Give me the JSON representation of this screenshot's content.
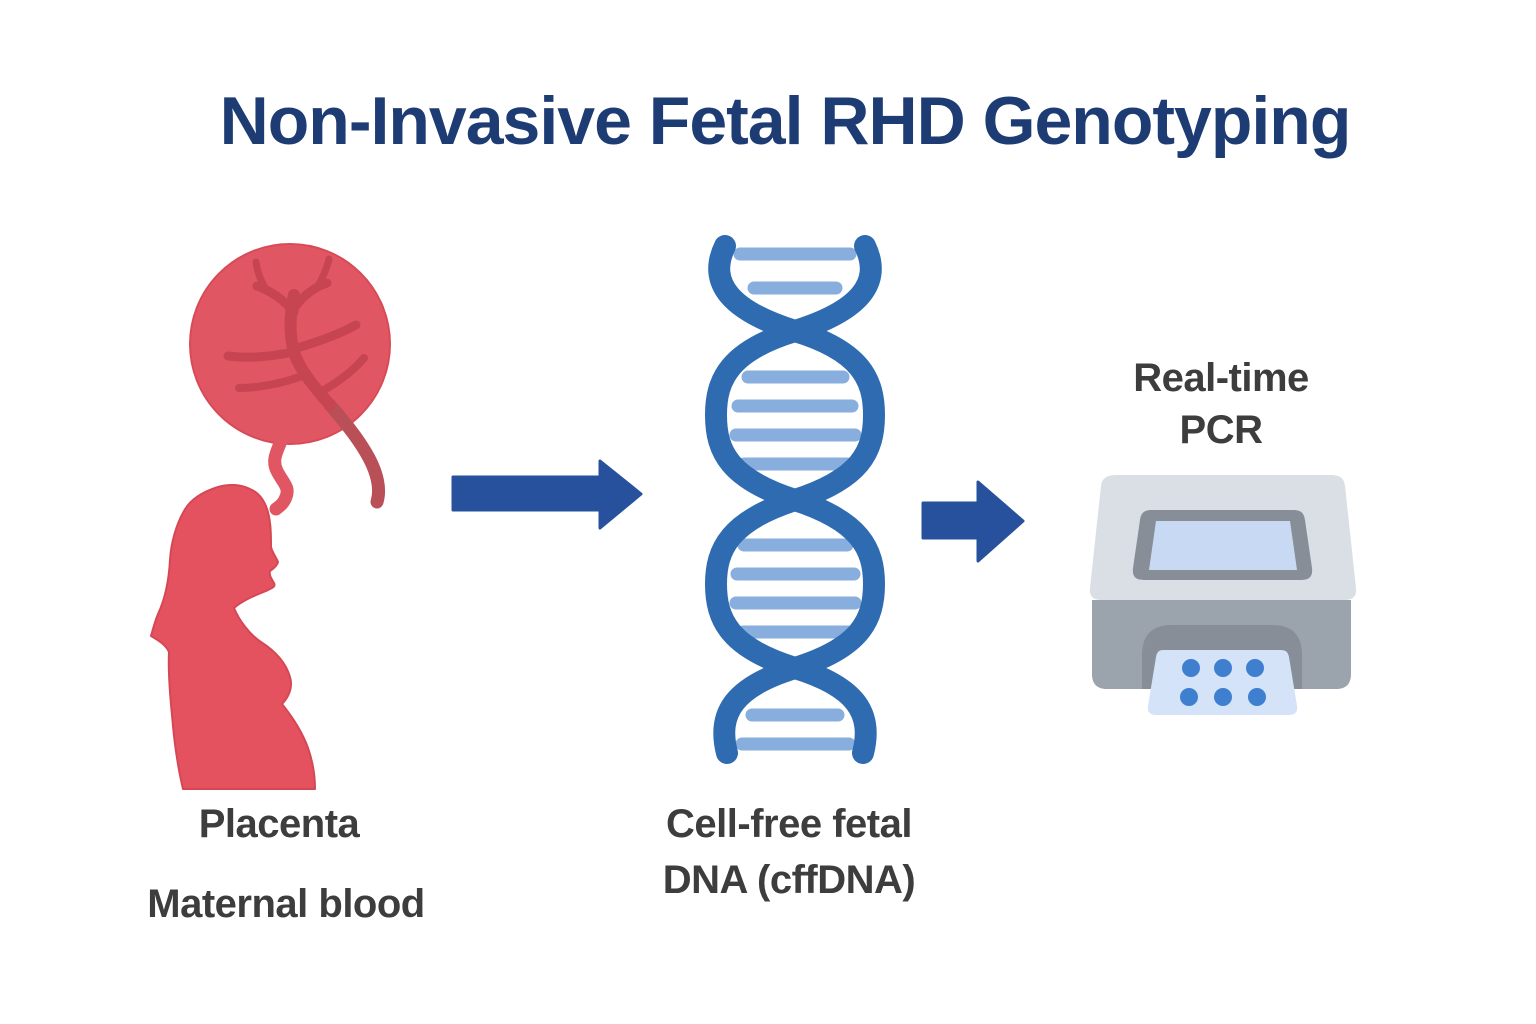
{
  "title": "Non-Invasive Fetal RHD Genotyping",
  "labels": {
    "placenta": "Placenta",
    "maternal_blood": "Maternal blood",
    "cffdna": "Cell-free fetal\nDNA (cffDNA)",
    "realtime_pcr": "Real-time\nPCR"
  },
  "flow": {
    "steps": [
      "placenta-and-pregnant-woman-icon",
      "dna-helix-icon",
      "pcr-machine-icon"
    ],
    "connectors": [
      "arrow-right-icon",
      "arrow-right-icon"
    ]
  },
  "colors": {
    "background": "#ffffff",
    "title-navy": "#1e3c74",
    "label-gray": "#3d3d3d",
    "arrow-navy": "#27519c",
    "woman-red": "#e5525f",
    "woman-outline": "#d64754",
    "placenta-red": "#e15663",
    "placenta-outline": "#d84a58",
    "vessel-red": "#c64551",
    "cord-dark-red": "#b95058",
    "dna-blue": "#2e6bb1",
    "rung-blue": "#88aede",
    "machine-top": "#d9dfe5",
    "machine-body": "#9ba3ac",
    "machine-dark": "#878e98",
    "screen-blue": "#c8daf3",
    "tray-blue": "#d4e3f8",
    "dot-blue": "#3f7fd0"
  }
}
